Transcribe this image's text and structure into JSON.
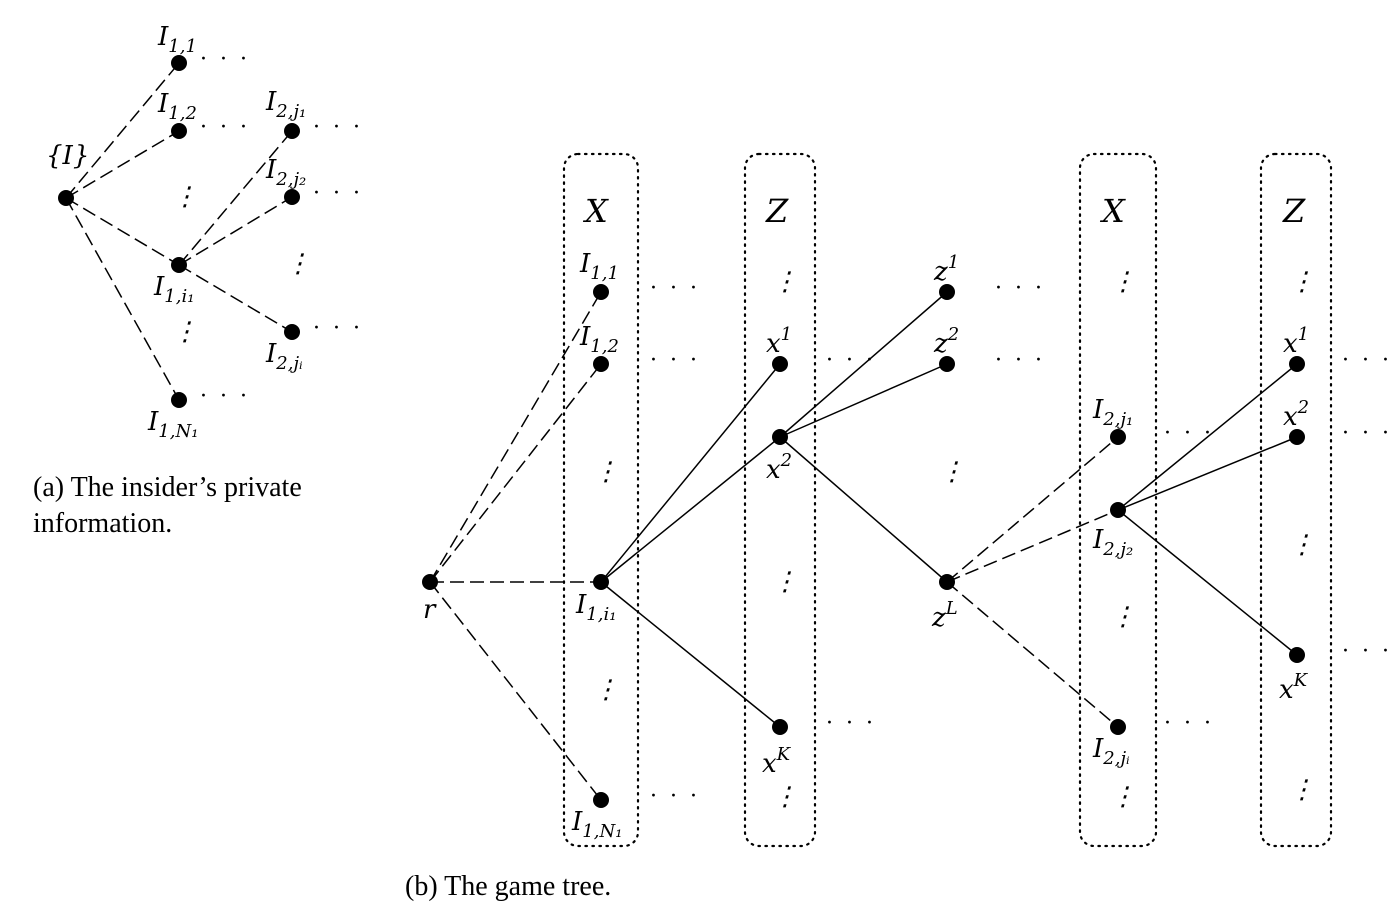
{
  "panel_a": {
    "caption_line1": "(a) The insider’s private",
    "caption_line2": "information.",
    "root_label": "{I}",
    "nodes": [
      {
        "id": "I",
        "label": ""
      },
      {
        "id": "I11",
        "label": "I",
        "sub": "1,1"
      },
      {
        "id": "I12",
        "label": "I",
        "sub": "1,2"
      },
      {
        "id": "I1i1",
        "label": "I",
        "sub": "1,i₁"
      },
      {
        "id": "I1N1",
        "label": "I",
        "sub": "1,N₁"
      },
      {
        "id": "I2j1",
        "label": "I",
        "sub": "2,j₁"
      },
      {
        "id": "I2j2",
        "label": "I",
        "sub": "2,j₂"
      },
      {
        "id": "I2ji",
        "label": "I",
        "sub": "2,jᵢ"
      }
    ]
  },
  "panel_b": {
    "caption": "(b) The game tree.",
    "column_headers": [
      "X",
      "Z",
      "X",
      "Z"
    ],
    "root_label": "r",
    "labels": {
      "I11": {
        "main": "I",
        "sub": "1,1"
      },
      "I12": {
        "main": "I",
        "sub": "1,2"
      },
      "I1i1": {
        "main": "I",
        "sub": "1,i₁"
      },
      "I1N1": {
        "main": "I",
        "sub": "1,N₁"
      },
      "x1": {
        "main": "x",
        "sup": "1"
      },
      "x2": {
        "main": "x",
        "sup": "2"
      },
      "xK": {
        "main": "x",
        "sup": "K"
      },
      "z1": {
        "main": "z",
        "sup": "1"
      },
      "z2": {
        "main": "z",
        "sup": "2"
      },
      "zL": {
        "main": "z",
        "sup": "L"
      },
      "I2j1": {
        "main": "I",
        "sub": "2,j₁"
      },
      "I2j2": {
        "main": "I",
        "sub": "2,j₂"
      },
      "I2ji": {
        "main": "I",
        "sub": "2,jᵢ"
      },
      "x1b": {
        "main": "x",
        "sup": "1"
      },
      "x2b": {
        "main": "x",
        "sup": "2"
      },
      "xKb": {
        "main": "x",
        "sup": "K"
      }
    }
  },
  "ellipsis_h": "· · ·",
  "ellipsis_v": "⋮"
}
